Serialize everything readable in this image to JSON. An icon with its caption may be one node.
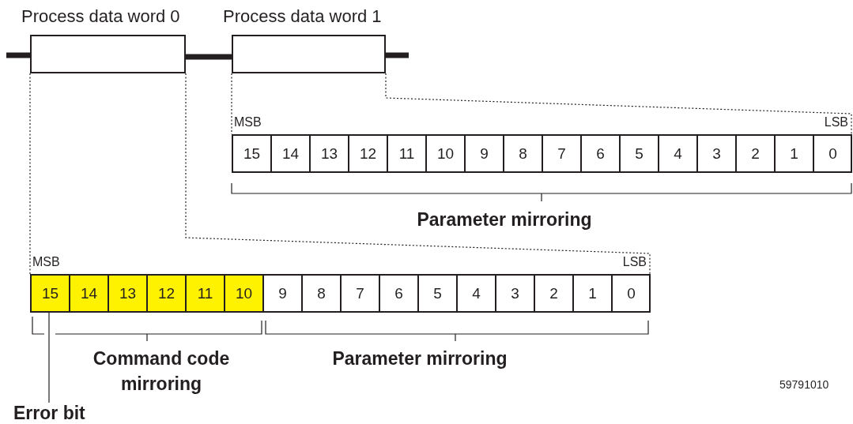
{
  "diagram": {
    "nodes": [
      {
        "text": [
          "Process data word 0"
        ]
      },
      {
        "text": [
          "Process data word 1"
        ]
      },
      {
        "text": [],
        "shape": "box"
      },
      {
        "text": [
          "15"
        ],
        "in": 2
      },
      {
        "text": [
          "14"
        ],
        "in": 2
      },
      {
        "text": [
          "13"
        ],
        "in": 2
      },
      {
        "text": [
          "12"
        ],
        "in": 2
      },
      {
        "text": [
          "11"
        ],
        "in": 2
      },
      {
        "text": [
          "10"
        ],
        "in": 2
      },
      {
        "text": [
          "9"
        ],
        "in": 2
      },
      {
        "text": [
          "8"
        ],
        "in": 2
      },
      {
        "text": [
          "7"
        ],
        "in": 2
      },
      {
        "text": [
          "6"
        ],
        "in": 2
      },
      {
        "text": [
          "5"
        ],
        "in": 2
      },
      {
        "text": [
          "4"
        ],
        "in": 2
      },
      {
        "text": [
          "3"
        ],
        "in": 2
      },
      {
        "text": [
          "2"
        ],
        "in": 2
      },
      {
        "text": [
          "1"
        ],
        "in": 2
      },
      {
        "text": [
          "0"
        ],
        "in": 2
      },
      {
        "text": [],
        "shape": "box"
      },
      {
        "text": [
          "15"
        ],
        "in": 19
      },
      {
        "text": [
          "14"
        ],
        "in": 19
      },
      {
        "text": [
          "13"
        ],
        "in": 19
      },
      {
        "text": [
          "12"
        ],
        "in": 19
      },
      {
        "text": [
          "11"
        ],
        "in": 19
      },
      {
        "text": [
          "10"
        ],
        "in": 19
      },
      {
        "text": [
          "9"
        ],
        "in": 19
      },
      {
        "text": [
          "8"
        ],
        "in": 19
      },
      {
        "text": [
          "7"
        ],
        "in": 19
      },
      {
        "text": [
          "6"
        ],
        "in": 19
      },
      {
        "text": [
          "5"
        ],
        "in": 19
      },
      {
        "text": [
          "4"
        ],
        "in": 19
      },
      {
        "text": [
          "3"
        ],
        "in": 19
      },
      {
        "text": [
          "2"
        ],
        "in": 19
      },
      {
        "text": [
          "1"
        ],
        "in": 19
      },
      {
        "text": [
          "0"
        ],
        "in": 19
      },
      {
        "text": [
          "Error bit"
        ]
      }
    ],
    "edges": [
      {
        "from": null,
        "to": 0,
        "arrow": "none",
        "style": "thick"
      },
      {
        "from": 0,
        "to": 1,
        "arrow": "none",
        "style": "thick"
      },
      {
        "from": 1,
        "to": null,
        "arrow": "none",
        "style": "thick"
      },
      {
        "from": 1,
        "to": 2,
        "arrow": "none",
        "style": "dashed"
      },
      {
        "from": 1,
        "to": 2,
        "arrow": "none",
        "style": "dashed"
      },
      {
        "from": 0,
        "to": 19,
        "arrow": "none",
        "style": "dashed"
      },
      {
        "from": 0,
        "to": 19,
        "arrow": "none",
        "style": "dashed"
      },
      {
        "from": 36,
        "to": 20,
        "arrow": "none"
      }
    ],
    "labels": [
      "MSB",
      "LSB",
      "Parameter mirroring",
      "MSB",
      "LSB",
      "Command code mirroring",
      "Parameter mirroring",
      "59791010"
    ]
  }
}
